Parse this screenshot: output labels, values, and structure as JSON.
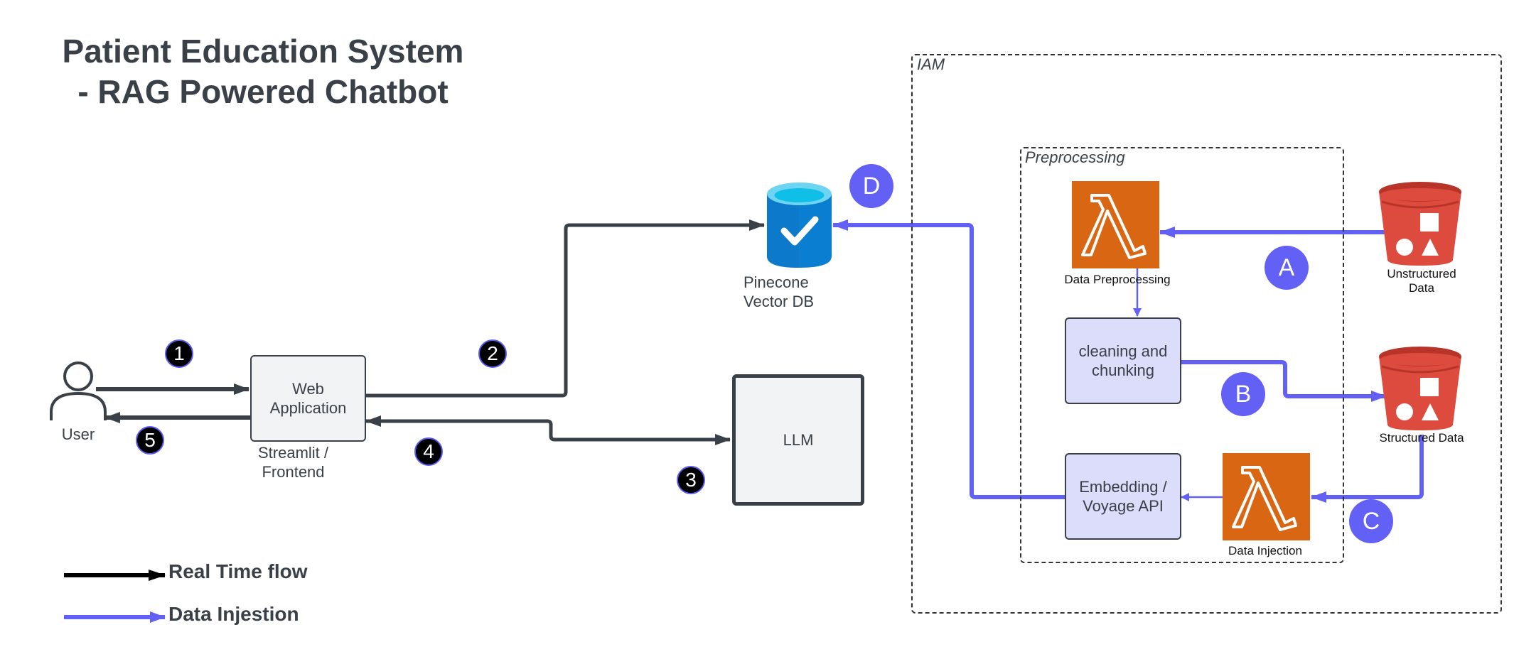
{
  "title": "Patient Education System - RAG Powered Chatbot",
  "user": {
    "label": "User"
  },
  "web_app": {
    "label": "Web Application",
    "sublabel": "Streamlit / Frontend"
  },
  "vector_db": {
    "label": "Pinecone Vector DB"
  },
  "llm": {
    "label": "LLM"
  },
  "groups": {
    "iam": "IAM",
    "preprocessing": "Preprocessing"
  },
  "lambda_preprocessing": {
    "label": "Data Preprocessing"
  },
  "cleaning": {
    "label": "cleaning and chunking"
  },
  "embedding": {
    "label": "Embedding / Voyage API"
  },
  "lambda_injection": {
    "label": "Data Injection"
  },
  "bucket_unstructured": {
    "label": "Unstructured Data"
  },
  "bucket_structured": {
    "label": "Structured Data"
  },
  "steps": [
    "1",
    "2",
    "3",
    "4",
    "5"
  ],
  "ingestion_steps": [
    "A",
    "B",
    "C",
    "D"
  ],
  "legend": {
    "realtime": "Real Time flow",
    "ingestion": "Data Injestion"
  },
  "colors": {
    "realtime": "#3a4048",
    "ingestion": "#6260f5",
    "lambda": "#d86613",
    "bucket": "#dd4b3e",
    "db": "#0a7fd1"
  }
}
